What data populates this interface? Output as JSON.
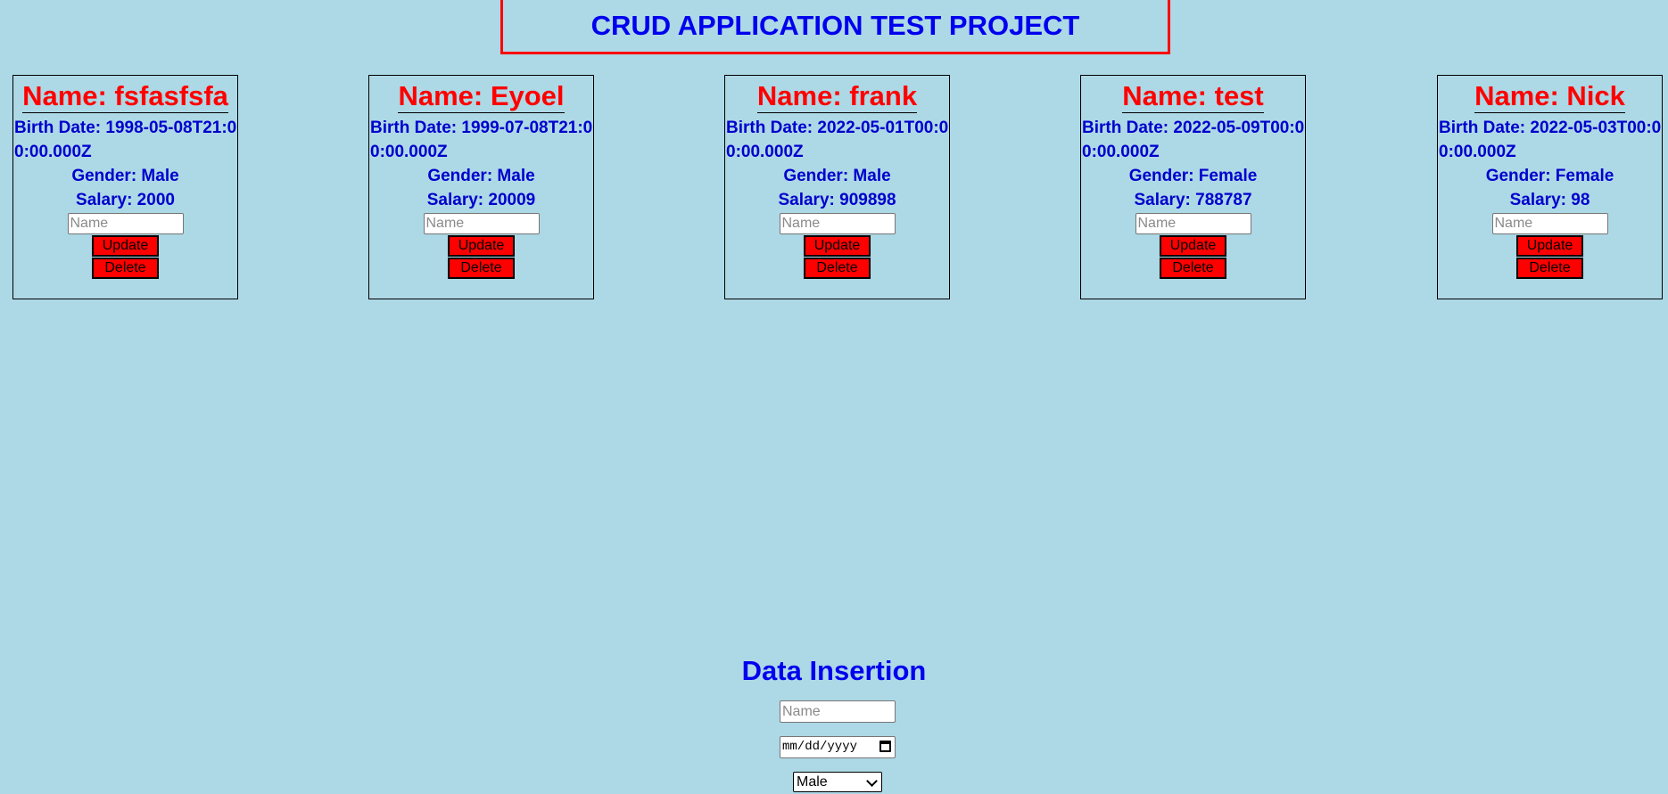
{
  "header": {
    "title": "CRUD APPLICATION TEST PROJECT"
  },
  "cards": [
    {
      "name": "Name: fsfasfsfa",
      "birth": "Birth Date: 1998-05-08T21:00:00.000Z",
      "gender": "Gender: Male",
      "salary": "Salary: 2000",
      "input_placeholder": "Name",
      "update_label": "Update",
      "delete_label": "Delete"
    },
    {
      "name": "Name: Eyoel",
      "birth": "Birth Date: 1999-07-08T21:00:00.000Z",
      "gender": "Gender: Male",
      "salary": "Salary: 20009",
      "input_placeholder": "Name",
      "update_label": "Update",
      "delete_label": "Delete"
    },
    {
      "name": "Name: frank",
      "birth": "Birth Date: 2022-05-01T00:00:00.000Z",
      "gender": "Gender: Male",
      "salary": "Salary: 909898",
      "input_placeholder": "Name",
      "update_label": "Update",
      "delete_label": "Delete"
    },
    {
      "name": "Name: test",
      "birth": "Birth Date: 2022-05-09T00:00:00.000Z",
      "gender": "Gender: Female",
      "salary": "Salary: 788787",
      "input_placeholder": "Name",
      "update_label": "Update",
      "delete_label": "Delete"
    },
    {
      "name": "Name: Nick",
      "birth": "Birth Date: 2022-05-03T00:00:00.000Z",
      "gender": "Gender: Female",
      "salary": "Salary: 98",
      "input_placeholder": "Name",
      "update_label": "Update",
      "delete_label": "Delete"
    }
  ],
  "insertion": {
    "title": "Data Insertion",
    "name_placeholder": "Name",
    "date_placeholder": "mm/dd/yyyy",
    "gender_selected": "Male"
  },
  "colors": {
    "background": "#add8e6",
    "accent_red": "#ff0000",
    "text_blue": "#0000ee"
  }
}
